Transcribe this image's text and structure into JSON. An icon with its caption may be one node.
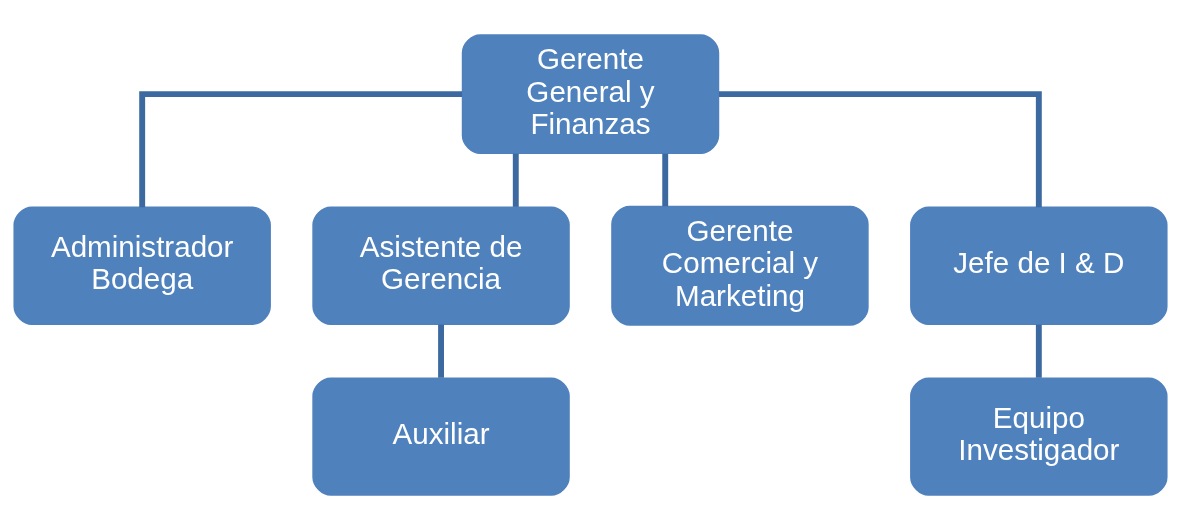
{
  "diagram": {
    "nodes": [
      {
        "text": [
          "Gerente General y Finanzas"
        ]
      },
      {
        "text": [
          "Administrador Bodega"
        ]
      },
      {
        "text": [
          "Asistente de Gerencia"
        ]
      },
      {
        "text": [
          "Gerente Comercial y Marketing"
        ]
      },
      {
        "text": [
          "Jefe de I & D"
        ]
      },
      {
        "text": [
          "Auxiliar"
        ]
      },
      {
        "text": [
          "Equipo Investigador"
        ]
      }
    ],
    "edges": [
      {
        "from": 0,
        "to": 1,
        "arrow": "none"
      },
      {
        "from": 0,
        "to": 2,
        "arrow": "none"
      },
      {
        "from": 0,
        "to": 3,
        "arrow": "none"
      },
      {
        "from": 0,
        "to": 4,
        "arrow": "none"
      },
      {
        "from": 2,
        "to": 5,
        "arrow": "none"
      },
      {
        "from": 4,
        "to": 6,
        "arrow": "none"
      }
    ]
  }
}
